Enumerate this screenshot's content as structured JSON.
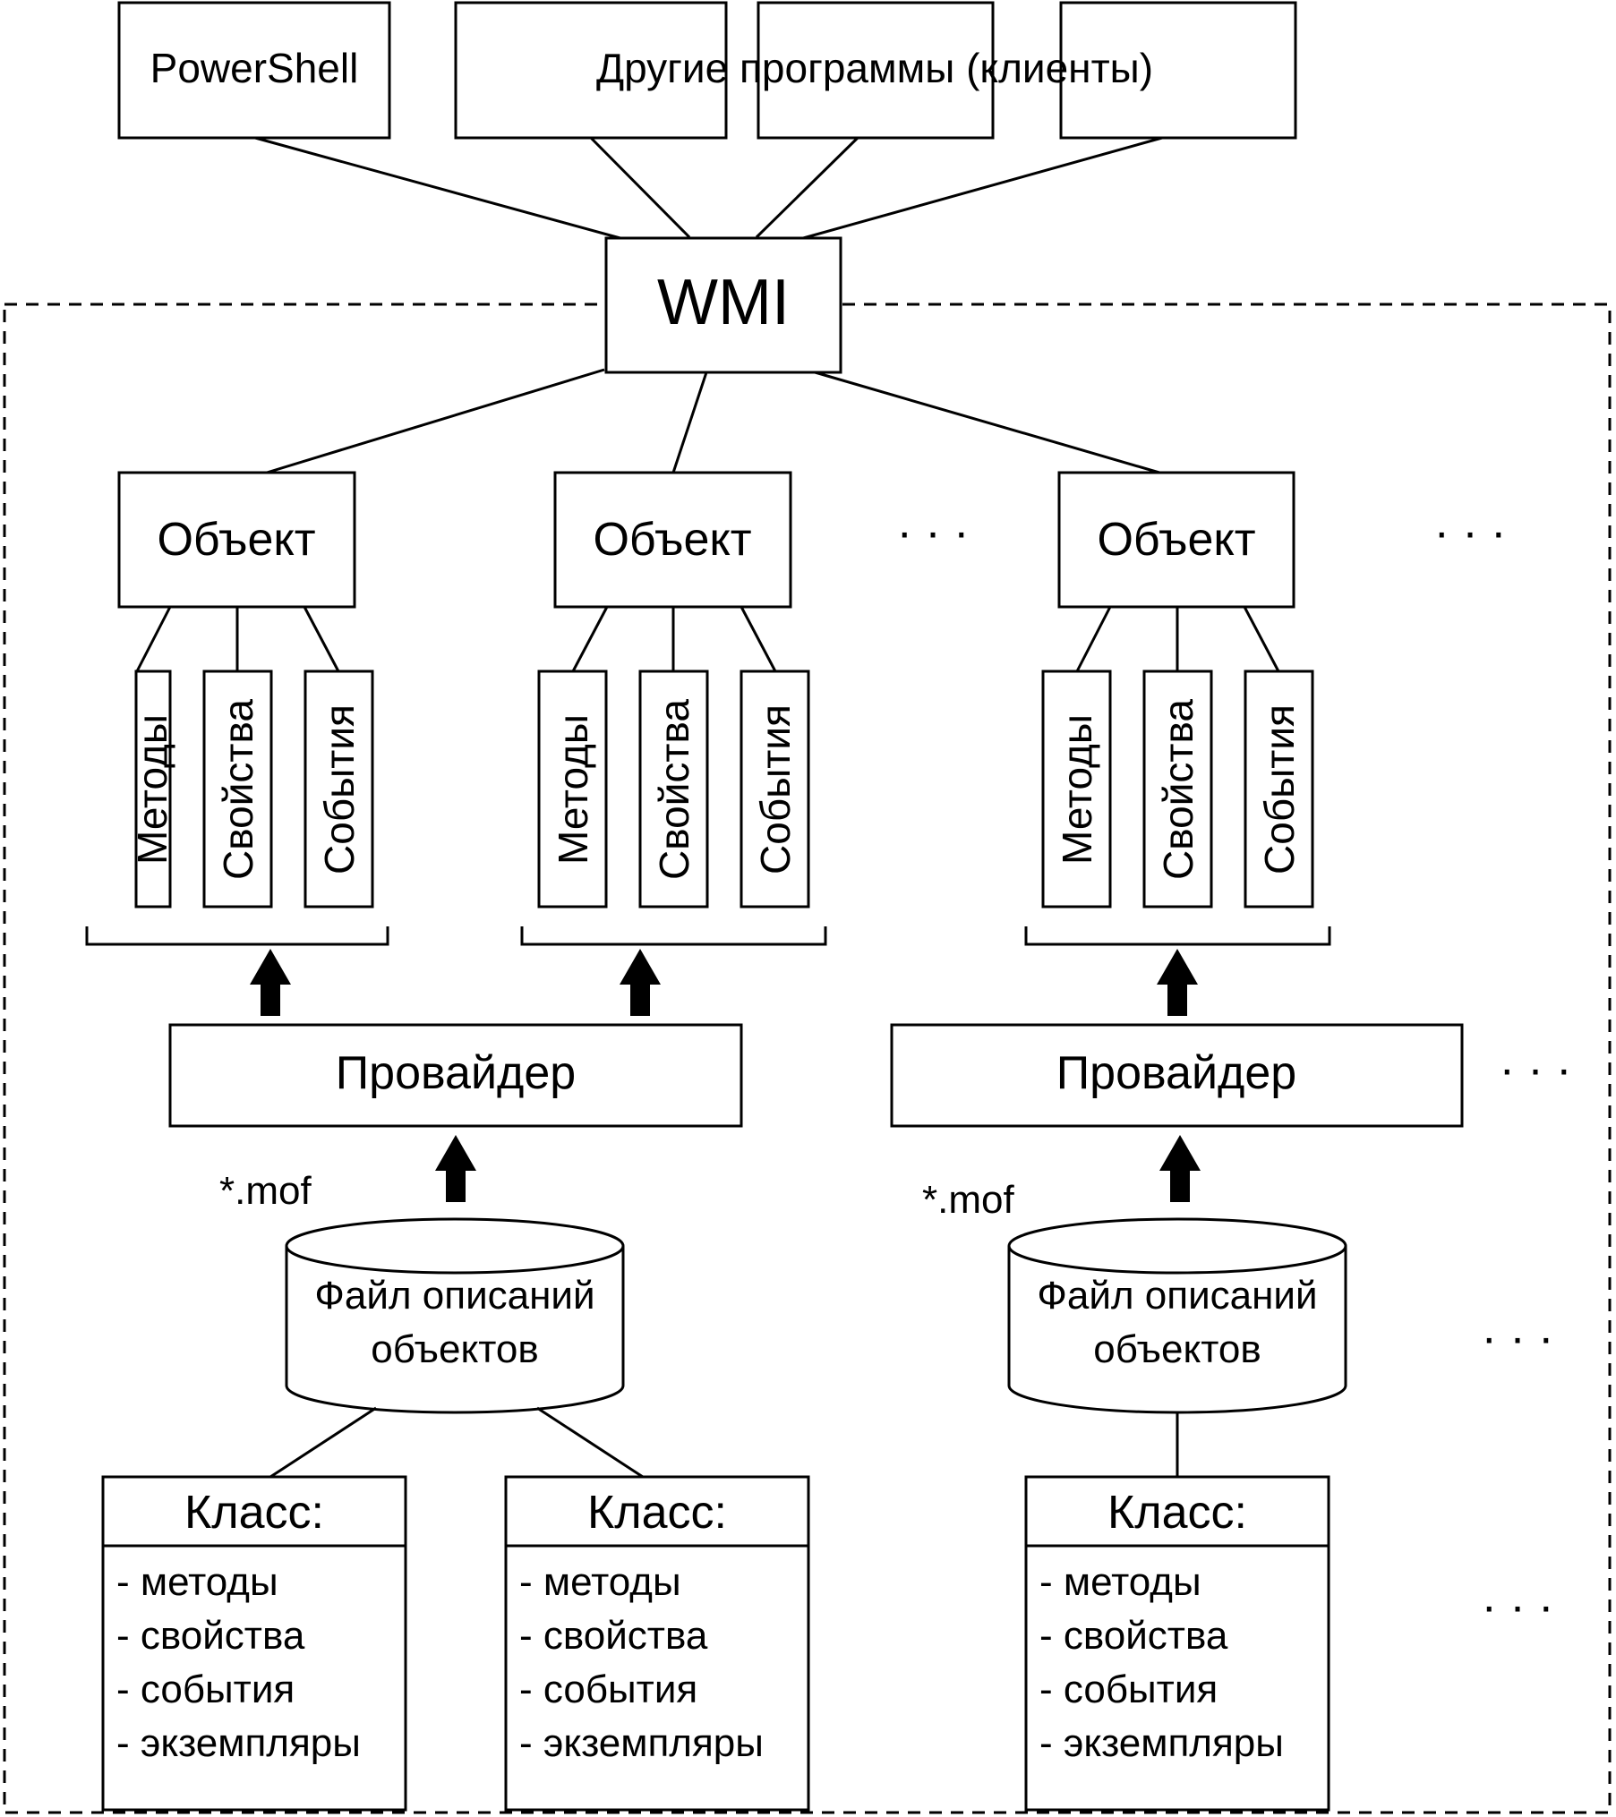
{
  "clients": {
    "powershell": "PowerShell",
    "other_programs": "Другие программы (клиенты)"
  },
  "wmi": {
    "label": "WMI"
  },
  "objects": [
    {
      "label": "Объект",
      "methods": "Методы",
      "properties": "Свойства",
      "events": "События"
    },
    {
      "label": "Объект",
      "methods": "Методы",
      "properties": "Свойства",
      "events": "События"
    },
    {
      "label": "Объект",
      "methods": "Методы",
      "properties": "Свойства",
      "events": "События"
    }
  ],
  "providers": [
    {
      "label": "Провайдер"
    },
    {
      "label": "Провайдер"
    }
  ],
  "mof_files": [
    {
      "ext": "*.mof",
      "line1": "Файл описаний",
      "line2": "объектов"
    },
    {
      "ext": "*.mof",
      "line1": "Файл описаний",
      "line2": "объектов"
    }
  ],
  "classes": [
    {
      "title": "Класс:",
      "items": [
        "- методы",
        "- свойства",
        "- события",
        "- экземпляры"
      ]
    },
    {
      "title": "Класс:",
      "items": [
        "- методы",
        "- свойства",
        "- события",
        "- экземпляры"
      ]
    },
    {
      "title": "Класс:",
      "items": [
        "- методы",
        "- свойства",
        "- события",
        "- экземпляры"
      ]
    }
  ],
  "ellipsis": "· · ·"
}
